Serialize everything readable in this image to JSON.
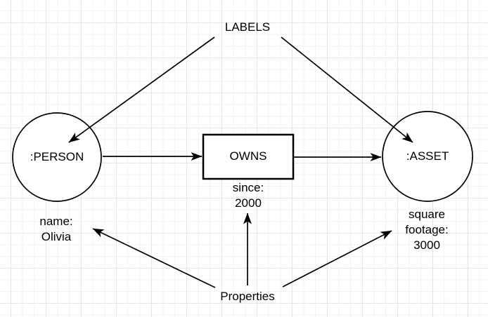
{
  "diagram": {
    "annotations": {
      "labels": "LABELS",
      "properties": "Properties"
    },
    "nodes": {
      "person": {
        "label": ":PERSON",
        "property": "name:\nOlivia"
      },
      "owns": {
        "label": "OWNS",
        "property": "since:\n2000"
      },
      "asset": {
        "label": ":ASSET",
        "property": "square\nfootage:\n3000"
      }
    },
    "colors": {
      "stroke": "#000000",
      "background": "#ffffff",
      "grid_minor": "#f2f2f2",
      "grid_major": "#e7e7e7"
    }
  }
}
